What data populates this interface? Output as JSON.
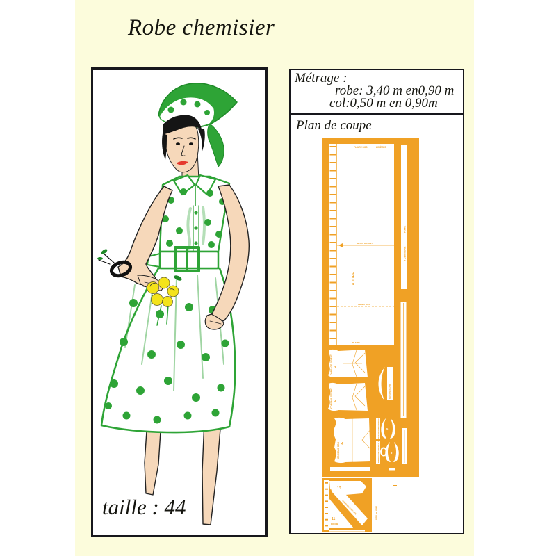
{
  "page": {
    "title": "Robe chemisier"
  },
  "figure_panel": {
    "caption": "taille : 44",
    "description": "fashion-illustration-woman-in-green-polka-dot-shirtdress-and-headscarf"
  },
  "plan_panel": {
    "metrage_heading": "Métrage :",
    "metrage_robe": "robe: 3,40 m en0,90 m",
    "metrage_col": "col:0,50 m en 0,90m",
    "plan_heading": "Plan de coupe",
    "diagram": {
      "pliure_dos": "PLIURE DOS",
      "lisieres": "LISIÈRES",
      "milieu_devant": "MILIEU DEVANT",
      "jupe": "8  JUPE",
      "milieu_dos": "MILIEU DOS",
      "pliure": "PLIURE",
      "ceinture": "9 CEINTURE",
      "corsage_devant": "CORSAGE DEVANT",
      "corsage_devant_num": "3",
      "dessous_col": "DESSOUS COL",
      "corsage_dos": "CORSAGE DOS",
      "corsage_dos_num": "4",
      "parementure_devant": "PAREMENTURE EMMANCH. DEVANT",
      "parementure_devant_num": "5",
      "parementure_dos": "PAREMENTURE EMMANCH. DOS",
      "parementure_dos_num": "6",
      "piece10_num": "10",
      "parementure_col": "PAREMENTURE COL",
      "piece11_num": "11",
      "poche": "POCHE",
      "col_note": "0,50 en 0,90"
    }
  },
  "colors": {
    "paper_yellow": "#FCFCDC",
    "diagram_orange": "#F0A125",
    "dress_green": "#2EA436",
    "skin": "#F6D8BA",
    "flower_yellow": "#F4E31A",
    "lips_red": "#E5392E"
  }
}
